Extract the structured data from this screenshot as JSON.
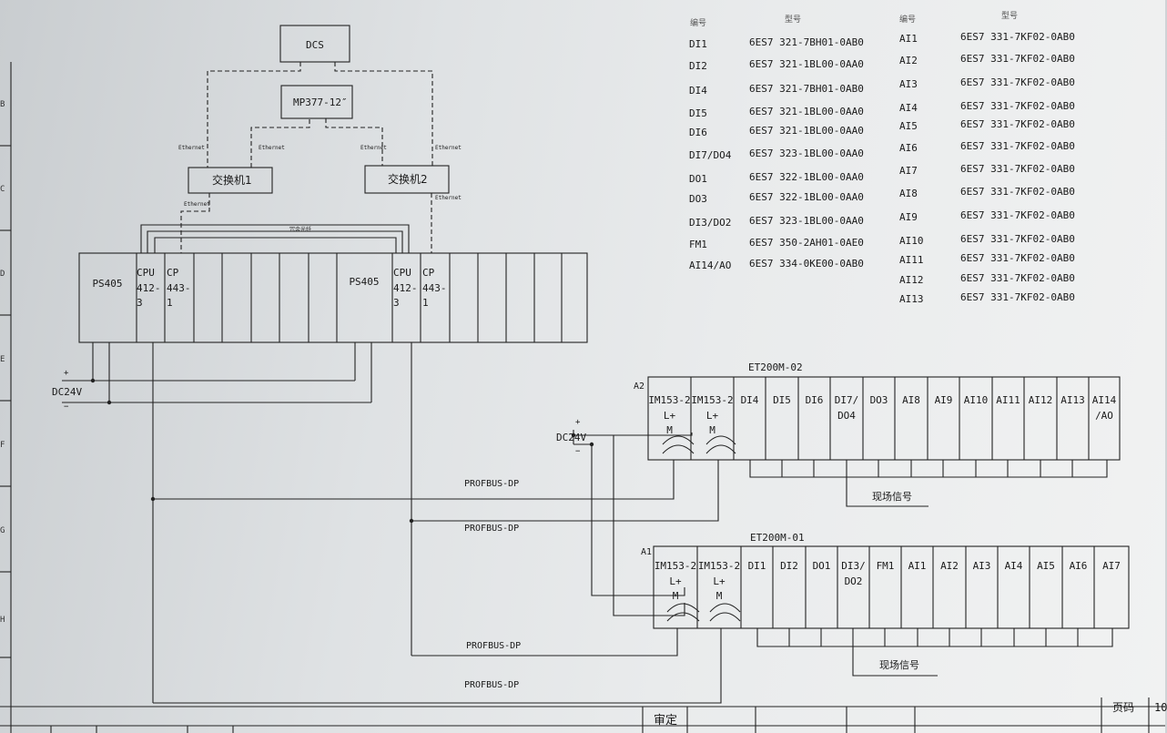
{
  "diagram": {
    "dcs": "DCS",
    "hmi": "MP377-12″",
    "switch1": "交换机1",
    "switch2": "交换机2",
    "ethernet": "Ethernet",
    "redundant_link": "冗余光纤",
    "rack": {
      "ps1": "PS405",
      "cpu1": [
        "CPU",
        "412-3"
      ],
      "cp1": [
        "CP",
        "443-1"
      ],
      "ps2": "PS405",
      "cpu2": [
        "CPU",
        "412-3"
      ],
      "cp2": [
        "CP",
        "443-1"
      ]
    },
    "power_left": {
      "plus": "+",
      "label": "DC24V",
      "minus": "−"
    },
    "power_right": {
      "plus": "+",
      "label": "DC24V",
      "minus": "−"
    },
    "profibus": "PROFBUS-DP",
    "field_signal": "现场信号",
    "et200m_02": {
      "title": "ET200M-02",
      "tag": "A2",
      "modules": [
        [
          "IM153-2",
          "L+",
          "M"
        ],
        [
          "IM153-2",
          "L+",
          "M"
        ],
        [
          "DI4"
        ],
        [
          "DI5"
        ],
        [
          "DI6"
        ],
        [
          "DI7/",
          "DO4"
        ],
        [
          "DO3"
        ],
        [
          "AI8"
        ],
        [
          "AI9"
        ],
        [
          "AI10"
        ],
        [
          "AI11"
        ],
        [
          "AI12"
        ],
        [
          "AI13"
        ],
        [
          "AI14",
          "/AO"
        ]
      ]
    },
    "et200m_01": {
      "title": "ET200M-01",
      "tag": "A1",
      "modules": [
        [
          "IM153-2",
          "L+",
          "M"
        ],
        [
          "IM153-2",
          "L+",
          "M"
        ],
        [
          "DI1"
        ],
        [
          "DI2"
        ],
        [
          "DO1"
        ],
        [
          "DI3/",
          "DO2"
        ],
        [
          "FM1"
        ],
        [
          "AI1"
        ],
        [
          "AI2"
        ],
        [
          "AI3"
        ],
        [
          "AI4"
        ],
        [
          "AI5"
        ],
        [
          "AI6"
        ],
        [
          "AI7"
        ]
      ]
    }
  },
  "parts_table": {
    "headers": [
      "编号",
      "型号",
      "编号",
      "型号"
    ],
    "left": [
      [
        "DI1",
        "6ES7 321-7BH01-0AB0"
      ],
      [
        "DI2",
        "6ES7 321-1BL00-0AA0"
      ],
      [
        "DI4",
        "6ES7 321-7BH01-0AB0"
      ],
      [
        "DI5",
        "6ES7 321-1BL00-0AA0"
      ],
      [
        "DI6",
        "6ES7 321-1BL00-0AA0"
      ],
      [
        "DI7/DO4",
        "6ES7 323-1BL00-0AA0"
      ],
      [
        "DO1",
        "6ES7 322-1BL00-0AA0"
      ],
      [
        "DO3",
        "6ES7 322-1BL00-0AA0"
      ],
      [
        "DI3/DO2",
        "6ES7 323-1BL00-0AA0"
      ],
      [
        "FM1",
        "6ES7 350-2AH01-0AE0"
      ],
      [
        "AI14/AO",
        "6ES7 334-0KE00-0AB0"
      ]
    ],
    "right": [
      [
        "AI1",
        "6ES7 331-7KF02-0AB0"
      ],
      [
        "AI2",
        "6ES7 331-7KF02-0AB0"
      ],
      [
        "AI3",
        "6ES7 331-7KF02-0AB0"
      ],
      [
        "AI4",
        "6ES7 331-7KF02-0AB0"
      ],
      [
        "AI5",
        "6ES7 331-7KF02-0AB0"
      ],
      [
        "AI6",
        "6ES7 331-7KF02-0AB0"
      ],
      [
        "AI7",
        "6ES7 331-7KF02-0AB0"
      ],
      [
        "AI8",
        "6ES7 331-7KF02-0AB0"
      ],
      [
        "AI9",
        "6ES7 331-7KF02-0AB0"
      ],
      [
        "AI10",
        "6ES7 331-7KF02-0AB0"
      ],
      [
        "AI11",
        "6ES7 331-7KF02-0AB0"
      ],
      [
        "AI12",
        "6ES7 331-7KF02-0AB0"
      ],
      [
        "AI13",
        "6ES7 331-7KF02-0AB0"
      ]
    ]
  },
  "title_block": {
    "review": "审定",
    "page_label": "页码",
    "page_number": "10"
  },
  "border_letters": [
    "B",
    "C",
    "D",
    "E",
    "F",
    "G",
    "H"
  ]
}
